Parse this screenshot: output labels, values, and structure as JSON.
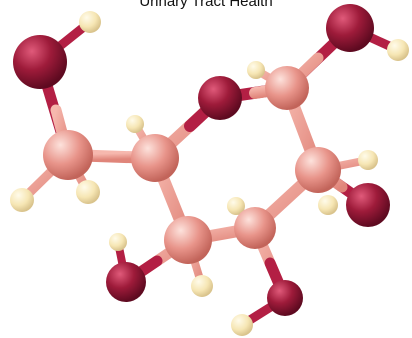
{
  "caption": "Urinary Tract Health",
  "molecule": {
    "atom_types": [
      "carbon",
      "oxygen",
      "hydrogen"
    ],
    "colors": {
      "carbon": "#e8948a",
      "carbon_highlight": "#fde2dc",
      "carbon_shadow": "#c2645a",
      "oxygen": "#9e1b3a",
      "oxygen_highlight": "#e05a7a",
      "oxygen_shadow": "#5e0a20",
      "hydrogen": "#f6e6b4",
      "hydrogen_highlight": "#fffbea",
      "hydrogen_shadow": "#d9c38c",
      "bond": "#ec9f95",
      "bond_oxygen": "#b31f44"
    }
  }
}
